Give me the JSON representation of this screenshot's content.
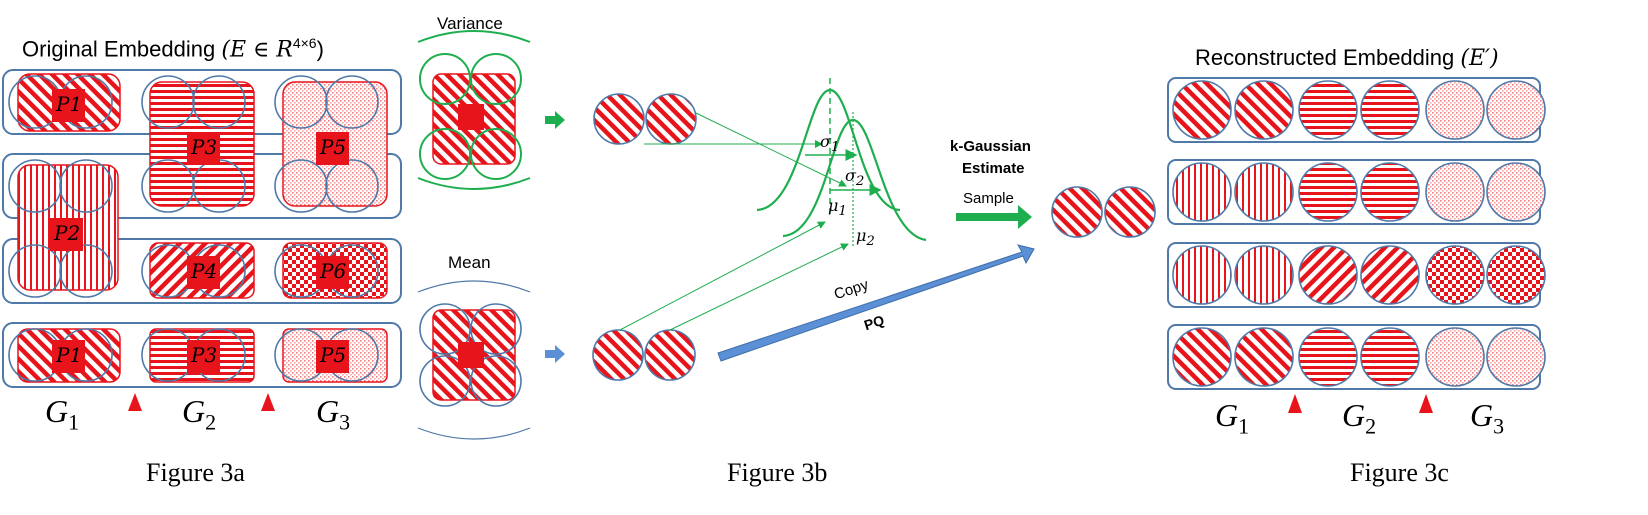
{
  "fig3a": {
    "title": "Original Embedding",
    "title_math": "(E ∈ R",
    "title_sup": "4×6",
    "title_close": ")",
    "patch_labels": [
      "P1",
      "P3",
      "P5",
      "P2",
      "P4",
      "P6",
      "P1",
      "P3",
      "P5"
    ],
    "groups": [
      "G",
      "G",
      "G"
    ],
    "group_subs": [
      "1",
      "2",
      "3"
    ],
    "caption": "Figure 3a"
  },
  "fig3b": {
    "variance_label": "Variance",
    "mean_label": "Mean",
    "sigma": [
      "σ",
      "σ"
    ],
    "sigma_subs": [
      "1",
      "2"
    ],
    "mu": [
      "μ",
      "μ"
    ],
    "mu_subs": [
      "1",
      "2"
    ],
    "kgauss_line1": "k-Gaussian",
    "kgauss_line2": "Estimate",
    "sample_label": "Sample",
    "copy_label": "Copy",
    "pq_label": "PQ",
    "caption": "Figure 3b"
  },
  "fig3c": {
    "title": "Reconstructed Embedding",
    "title_math": "(E′)",
    "groups": [
      "G",
      "G",
      "G"
    ],
    "group_subs": [
      "1",
      "2",
      "3"
    ],
    "caption": "Figure 3c"
  },
  "colors": {
    "red": "#e8141b",
    "blue": "#4f79a8",
    "green": "#1fae4f",
    "arrow_blue": "#5b8fd6"
  }
}
